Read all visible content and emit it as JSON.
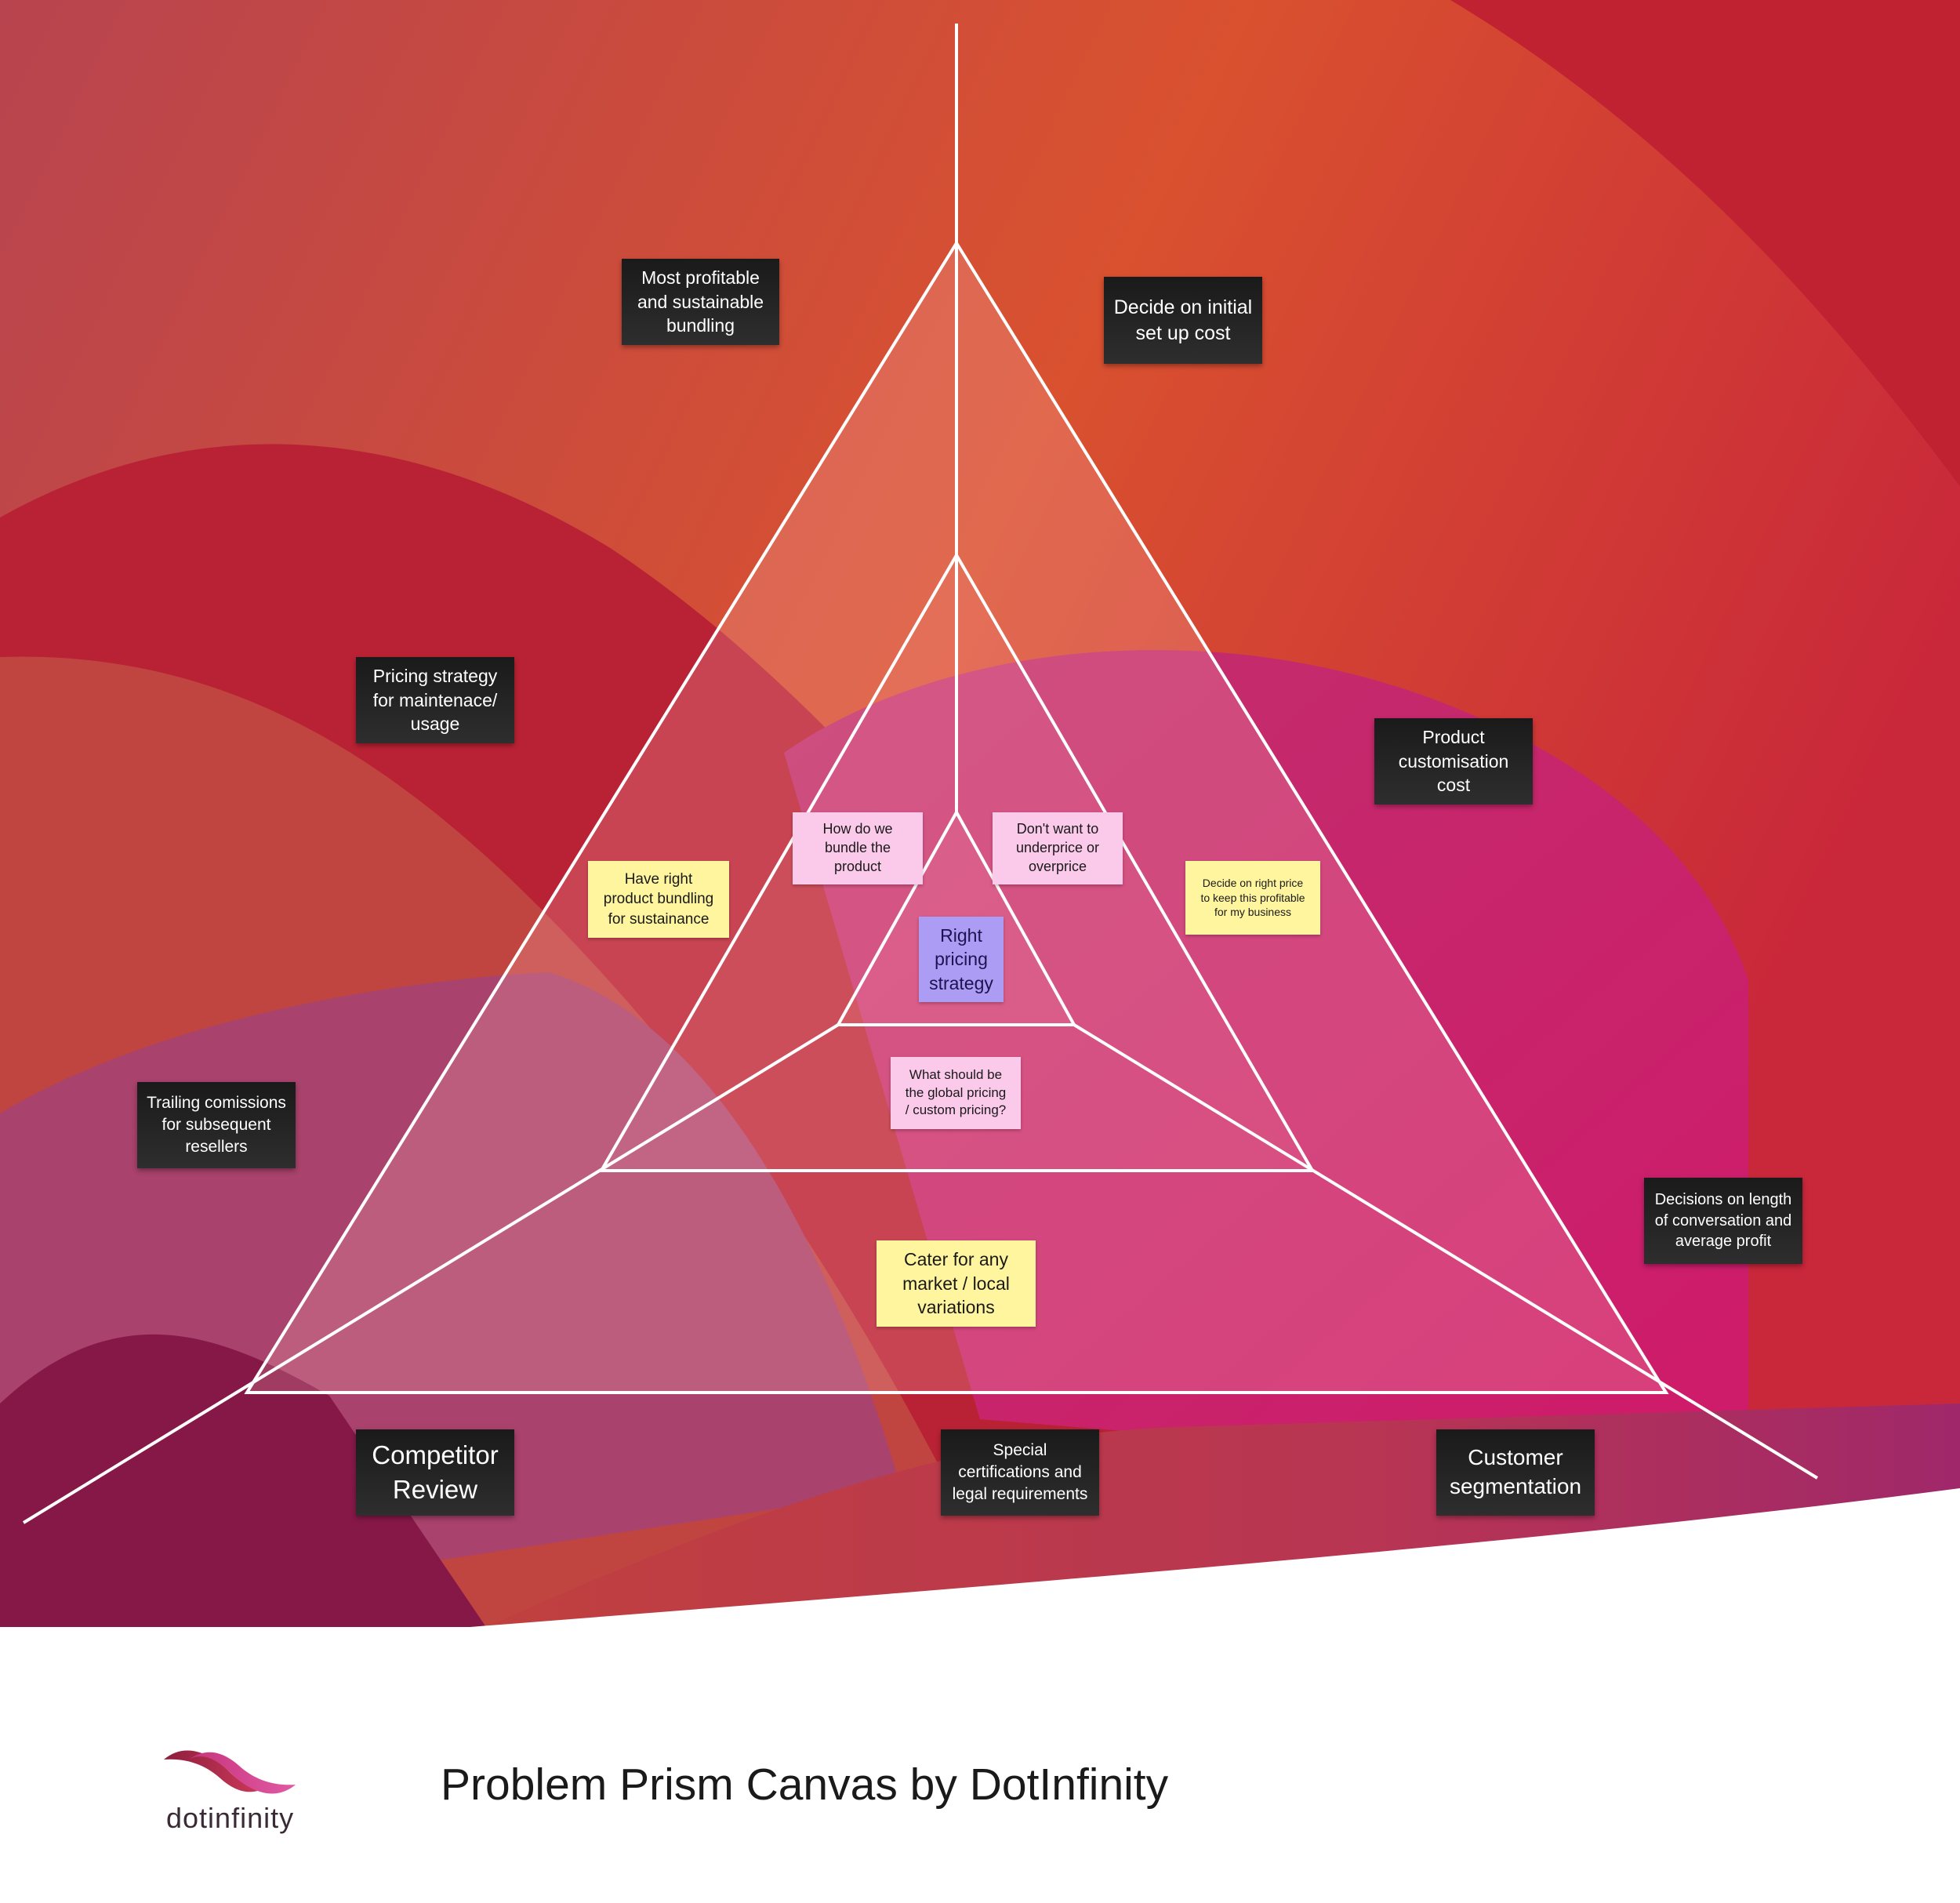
{
  "colors": {
    "bg_orange": "#d2493a",
    "bg_red": "#bd1f3a",
    "bg_magenta": "#c2185b",
    "bg_plum": "#8a1a50",
    "note_dark": "#1f1f1f",
    "note_yellow": "#fff59e",
    "note_pink": "#fbc9ea",
    "note_violet": "#ad9cf4",
    "line": "#ffffff"
  },
  "top_notes": {
    "most_profitable": "Most profitable\nand sustainable\nbundling",
    "initial_setup": "Decide on initial\nset up cost"
  },
  "left_notes": {
    "pricing_maintenance": "Pricing strategy\nfor maintenace/\nusage",
    "trailing_commissions": "Trailing comissions\nfor subsequent\nresellers"
  },
  "right_notes": {
    "customisation_cost": "Product\ncustomisation\ncost",
    "length_profit": "Decisions on length\nof conversation and\naverage profit"
  },
  "bottom_notes": {
    "competitor_review": "Competitor\nReview",
    "special_certs": "Special\ncertifications and\nlegal requirements",
    "customer_segmentation": "Customer\nsegmentation"
  },
  "inner_notes": {
    "have_bundling": "Have right\nproduct bundling\nfor sustainance",
    "how_bundle": "How do we\nbundle the\nproduct",
    "dont_underprice": "Don't want to\nunderprice or\noverprice",
    "decide_right_price": "Decide on right price\nto keep this profitable\nfor my business",
    "global_pricing": "What should be\nthe global pricing\n/ custom pricing?",
    "cater_market": "Cater for any\nmarket / local\nvariations",
    "core_problem": "Right\npricing\nstrategy"
  },
  "footer": {
    "title": "Problem Prism Canvas by DotInfinity",
    "logo_text": "dotinfinity"
  }
}
